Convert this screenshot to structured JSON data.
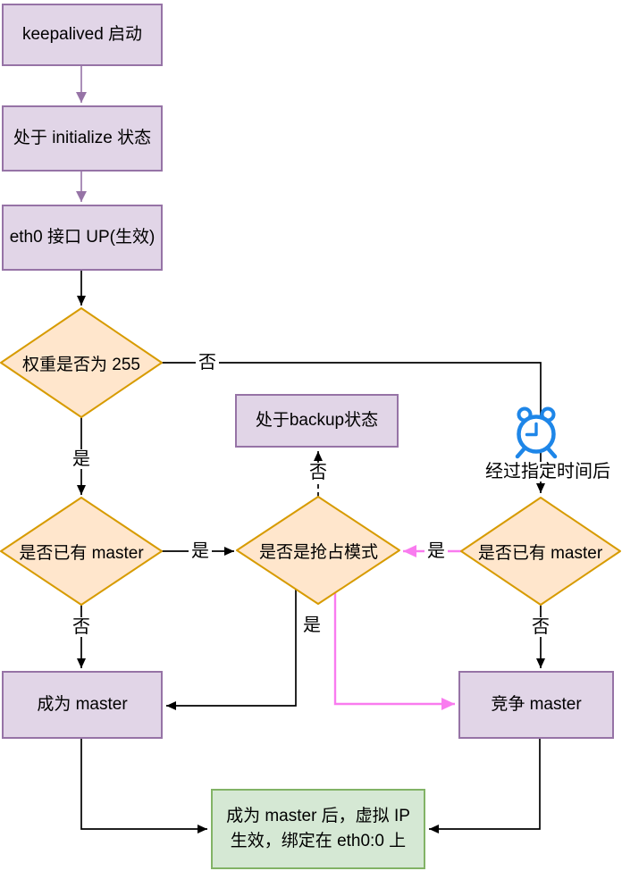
{
  "diagram": {
    "title": "keepalived master election flowchart",
    "nodes": {
      "start": {
        "label": "keepalived 启动"
      },
      "init": {
        "label": "处于 initialize 状态"
      },
      "eth0_up": {
        "label": "eth0 接口 UP(生效)"
      },
      "weight_check": {
        "label": "权重是否为 255"
      },
      "backup_state": {
        "label": "处于backup状态"
      },
      "has_master_left": {
        "label": "是否已有 master"
      },
      "preempt_check": {
        "label": "是否是抢占模式"
      },
      "has_master_right": {
        "label": "是否已有 master"
      },
      "become_master": {
        "label": "成为 master"
      },
      "compete_master": {
        "label": "竞争 master"
      },
      "vip_bind": {
        "line1": "成为 master 后，虚拟 IP",
        "line2": "生效，绑定在 eth0:0 上"
      }
    },
    "edge_labels": {
      "weight_no": "否",
      "weight_yes": "是",
      "left_master_yes": "是",
      "left_master_no": "否",
      "preempt_no": "否",
      "preempt_yes": "是",
      "right_master_yes": "是",
      "right_master_no": "否",
      "timer_wait": "经过指定时间后"
    },
    "icons": {
      "timer": "alarm-clock-icon"
    },
    "colors": {
      "purple_fill": "#E1D5E7",
      "purple_border": "#9673A6",
      "diamond_fill": "#FFE6CC",
      "diamond_border": "#D79B00",
      "green_fill": "#D5E8D4",
      "green_border": "#82B366",
      "pink_arrow": "#F97BEF",
      "clock_blue": "#1E86E8",
      "line_black": "#000000"
    }
  }
}
